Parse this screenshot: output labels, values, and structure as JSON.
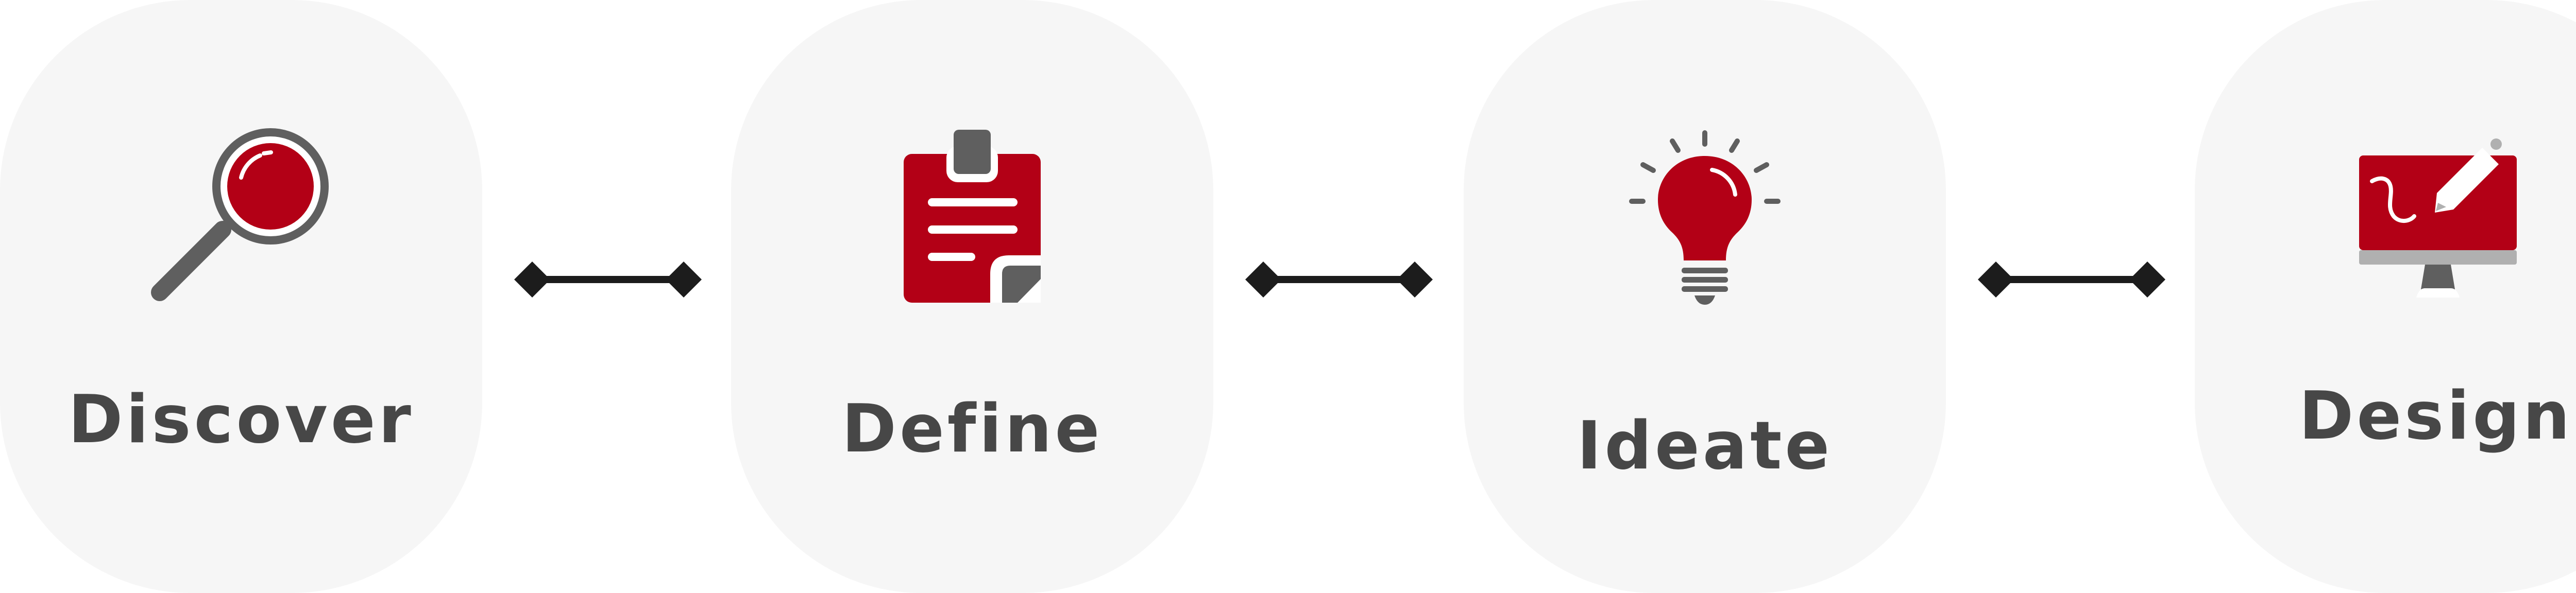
{
  "colors": {
    "background": "#ffffff",
    "card": "#f6f6f6",
    "accent": "#b30016",
    "icon_gray": "#5f5f5f",
    "label": "#474747",
    "connector": "#1c1c1c"
  },
  "steps": [
    {
      "label": "Discover",
      "icon": "magnifier-icon"
    },
    {
      "label": "Define",
      "icon": "clipboard-icon"
    },
    {
      "label": "Ideate",
      "icon": "lightbulb-icon"
    },
    {
      "label": "Design",
      "icon": "monitor-pen-icon"
    }
  ]
}
